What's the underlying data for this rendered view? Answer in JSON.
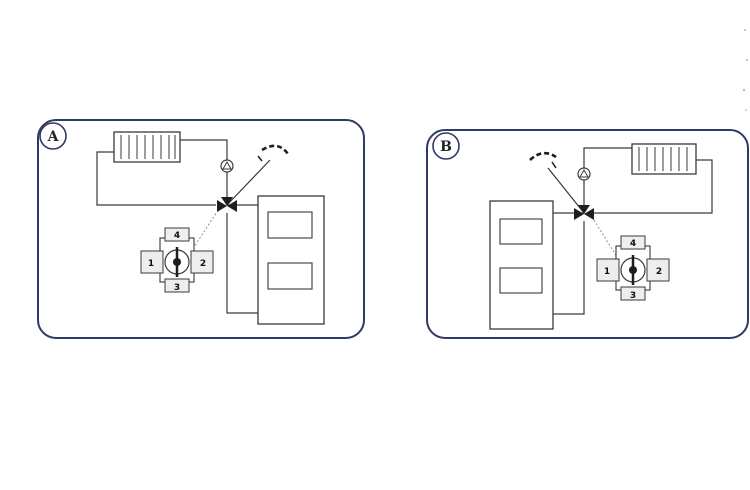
{
  "colors": {
    "panel_border": "#2f3a66",
    "line": "#3a3a3a",
    "paper": "#ffffff",
    "fill_dark": "#1e1e1e"
  },
  "panel_a": {
    "label": "A",
    "ports": {
      "top": "4",
      "left": "1",
      "right": "2",
      "bottom": "3"
    }
  },
  "panel_b": {
    "label": "B",
    "ports": {
      "top": "4",
      "left": "1",
      "right": "2",
      "bottom": "3"
    }
  }
}
